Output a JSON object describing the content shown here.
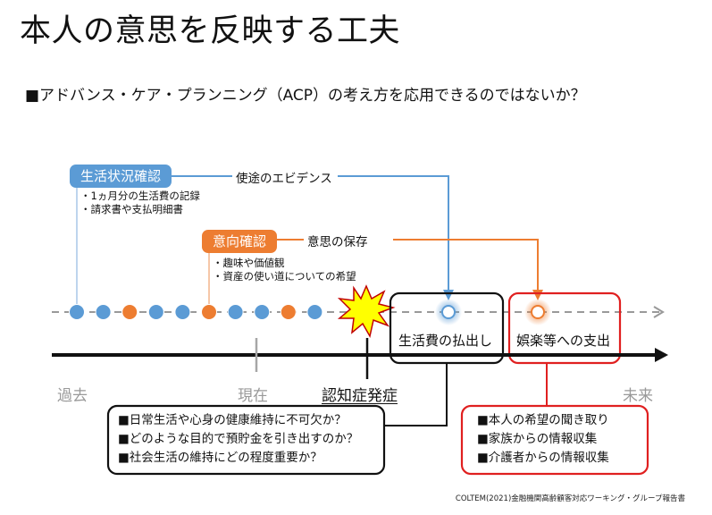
{
  "title": "本人の意思を反映する工夫",
  "subtitle": "■アドバンス・ケア・プランニング（ACP）の考え方を応用できるのではないか？",
  "boxes": {
    "life_check": "生活状況確認",
    "life_check_notes": [
      "・1ヵ月分の生活費の記録",
      "・請求書や支払明細書"
    ],
    "intent_check": "意向確認",
    "intent_check_notes": [
      "・趣味や価値観",
      "・資産の使い道についての希望"
    ]
  },
  "arrows": {
    "evidence": "使途のエビデンス",
    "preserve": "意思の保存"
  },
  "timeline": {
    "past": "過去",
    "now": "現在",
    "dementia": "認知症発症",
    "future": "未来"
  },
  "events": {
    "living_expense": "生活費の払出し",
    "entertainment": "娯楽等への支出"
  },
  "questions": [
    "■日常生活や心身の健康維持に不可欠か？",
    "■どのような目的で預貯金を引き出すのか？",
    "■社会生活の維持にどの程度重要か？"
  ],
  "info": [
    "■本人の希望の聞き取り",
    "■家族からの情報収集",
    "■介護者からの情報収集"
  ],
  "credit": "COLTEM(2021)金融機関高齢顧客対応ワーキング・グループ報告書",
  "colors": {
    "blue": "#5b9bd5",
    "orange": "#ed7d31",
    "red": "#e02020",
    "dark": "#111111",
    "gray": "#a6a6a6",
    "burst": "#ffff00"
  },
  "dots": [
    "blue",
    "blue",
    "orange",
    "blue",
    "blue",
    "orange",
    "blue",
    "blue",
    "orange",
    "blue"
  ]
}
